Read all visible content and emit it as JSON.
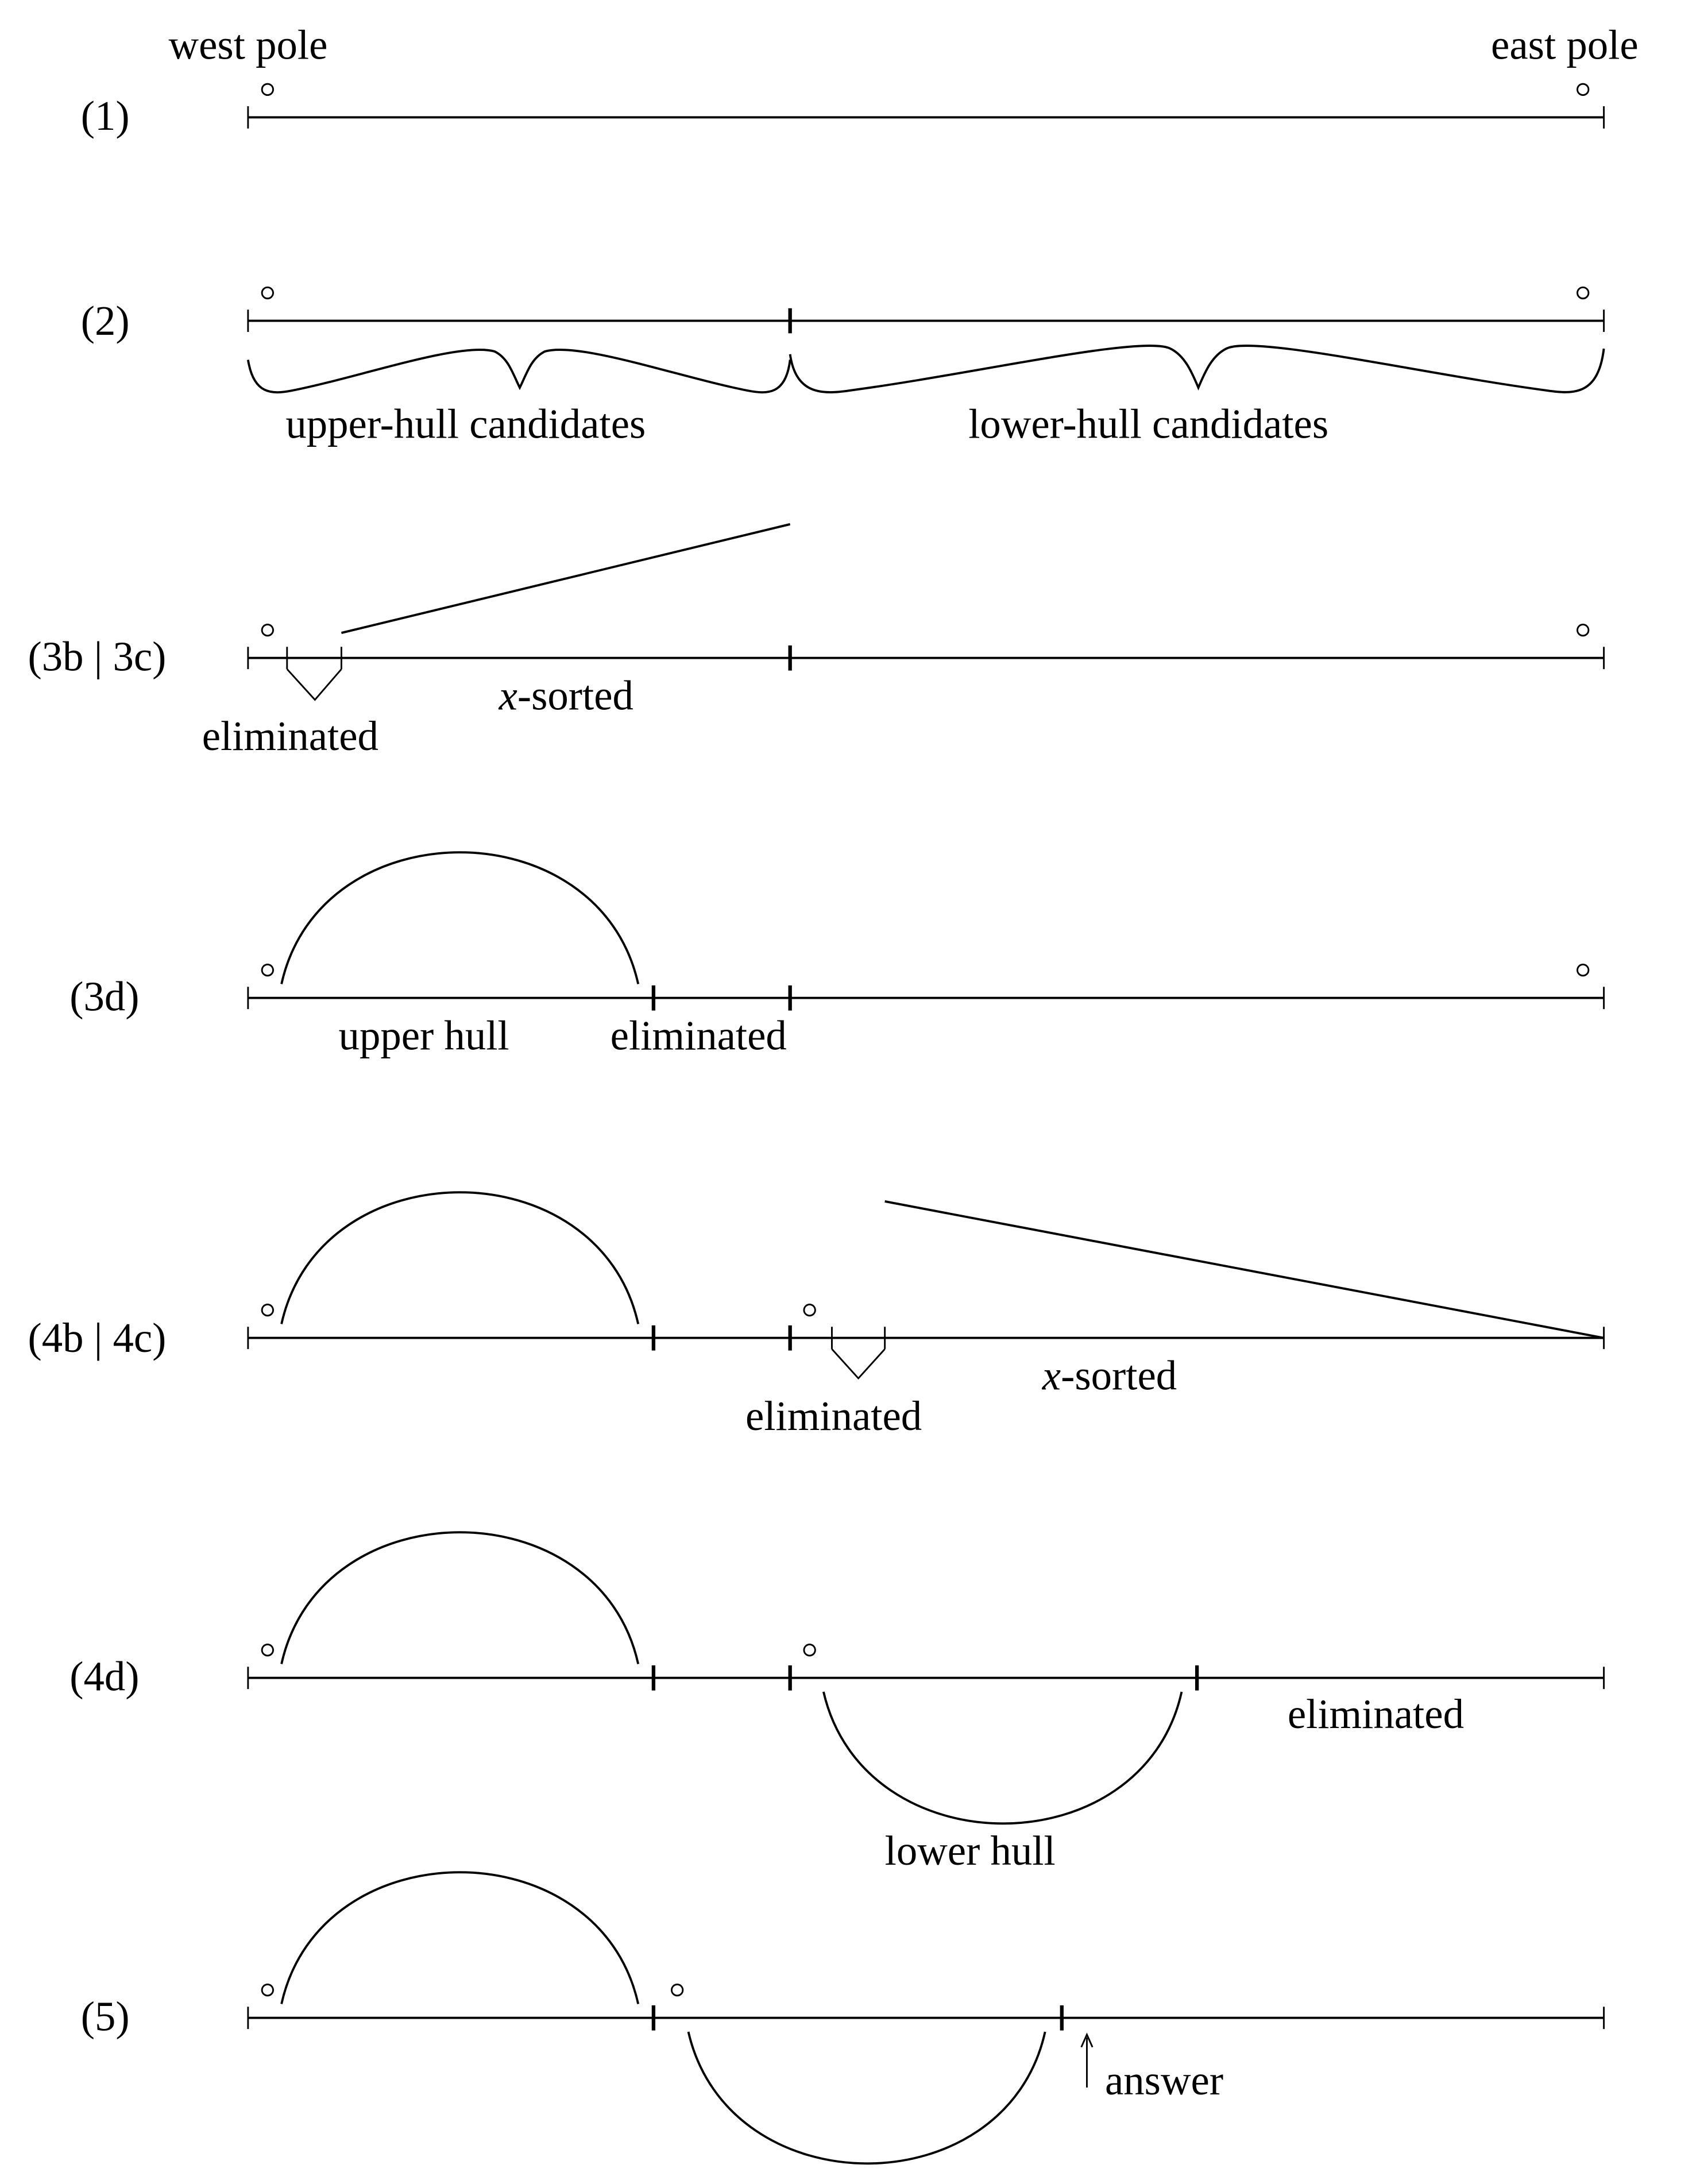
{
  "labels": {
    "west_pole": "west pole",
    "east_pole": "east pole"
  },
  "rows": [
    {
      "id": "(1)"
    },
    {
      "id": "(2)",
      "left_brace": "upper-hull candidates",
      "right_brace": "lower-hull candidates"
    },
    {
      "id": "(3b | 3c)",
      "eliminated": "eliminated",
      "sorted_var": "x",
      "sorted_suffix": "-sorted"
    },
    {
      "id": "(3d)",
      "hull": "upper hull",
      "eliminated": "eliminated"
    },
    {
      "id": "(4b | 4c)",
      "eliminated": "eliminated",
      "sorted_var": "x",
      "sorted_suffix": "-sorted"
    },
    {
      "id": "(4d)",
      "eliminated": "eliminated",
      "hull": "lower hull"
    },
    {
      "id": "(5)",
      "answer": "answer",
      "arrow": "↑"
    }
  ],
  "colors": {
    "ink": "#000000",
    "background": "#ffffff"
  }
}
